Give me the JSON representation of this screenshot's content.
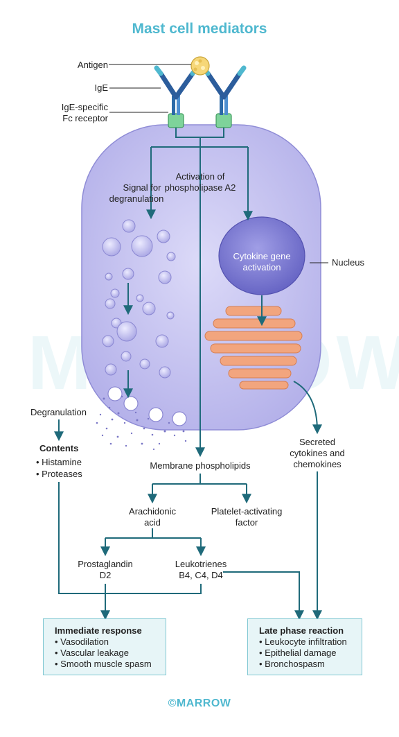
{
  "title": "Mast cell mediators",
  "labels": {
    "antigen": "Antigen",
    "ige": "IgE",
    "receptor_line1": "IgE-specific",
    "receptor_line2": "Fc receptor",
    "signal_line1": "Signal for",
    "signal_line2": "degranulation",
    "pla2_line1": "Activation of",
    "pla2_line2": "phospholipase A2",
    "cytokine_line1": "Cytokine gene",
    "cytokine_line2": "activation",
    "nucleus": "Nucleus",
    "degranulation": "Degranulation",
    "contents_heading": "Contents",
    "contents_items": [
      "• Histamine",
      "• Proteases"
    ],
    "membrane": "Membrane phospholipids",
    "secreted_line1": "Secreted",
    "secreted_line2": "cytokines and",
    "secreted_line3": "chemokines",
    "arachidonic_line1": "Arachidonic",
    "arachidonic_line2": "acid",
    "paf_line1": "Platelet-activating",
    "paf_line2": "factor",
    "prostaglandin_line1": "Prostaglandin",
    "prostaglandin_line2": "D2",
    "leukotrienes_line1": "Leukotrienes",
    "leukotrienes_line2": "B4, C4, D4"
  },
  "immediate_box": {
    "heading": "Immediate response",
    "items": [
      "• Vasodilation",
      "• Vascular leakage",
      "• Smooth muscle spasm"
    ]
  },
  "late_box": {
    "heading": "Late phase reaction",
    "items": [
      "• Leukocyte infiltration",
      "• Epithelial damage",
      "• Bronchospasm"
    ]
  },
  "footer": "©MARROW",
  "watermark": "MARROW",
  "colors": {
    "accent": "#4fb8cf",
    "arrow": "#1f6a7a",
    "cell_fill": "#c9c7f2",
    "nucleus_fill": "#8684d6",
    "golgi": "#f2a57e",
    "antibody": "#2c5d9c",
    "receptor": "#7ed39a",
    "box_fill": "#e7f5f7"
  }
}
